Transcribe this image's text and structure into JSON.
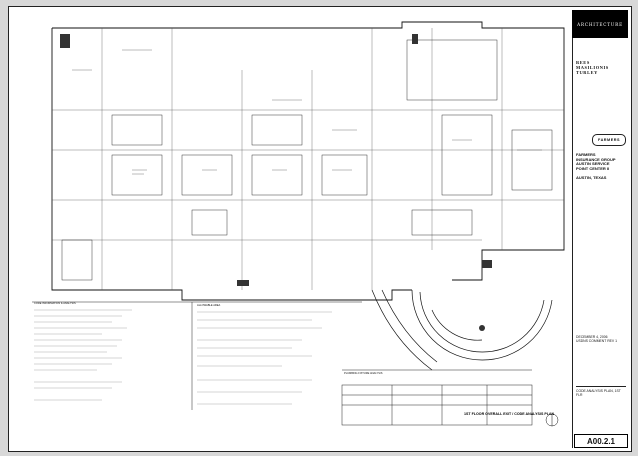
{
  "titleblock": {
    "header": "ARCHITECTURE",
    "firm_lines": [
      "REES",
      "MASILIONIS",
      "TURLEY"
    ],
    "client_logo": "FARMERS",
    "project_lines": [
      "FARMERS",
      "INSURANCE GROUP",
      "AUSTIN SERVICE",
      "POINT CENTER II"
    ],
    "city": "AUSTIN, TEXAS",
    "date_lines": [
      "DECEMBER 4, 2006",
      "USDNS COMMENT REV 1"
    ],
    "sheet_title": "CODE ANALYSIS PLAN, 1ST FLR",
    "sheet_number": "A00.2.1"
  },
  "drawing": {
    "caption": "1ST FLOOR OVERALL EXIT / CODE ANALYSIS PLAN"
  },
  "notes": {
    "left_heading": "CODE INFORMATION & ANALYSIS",
    "middle_heading": "ALLOWABLE AREA",
    "right_heading": "PLUMBING FIXTURE ANALYSIS"
  }
}
